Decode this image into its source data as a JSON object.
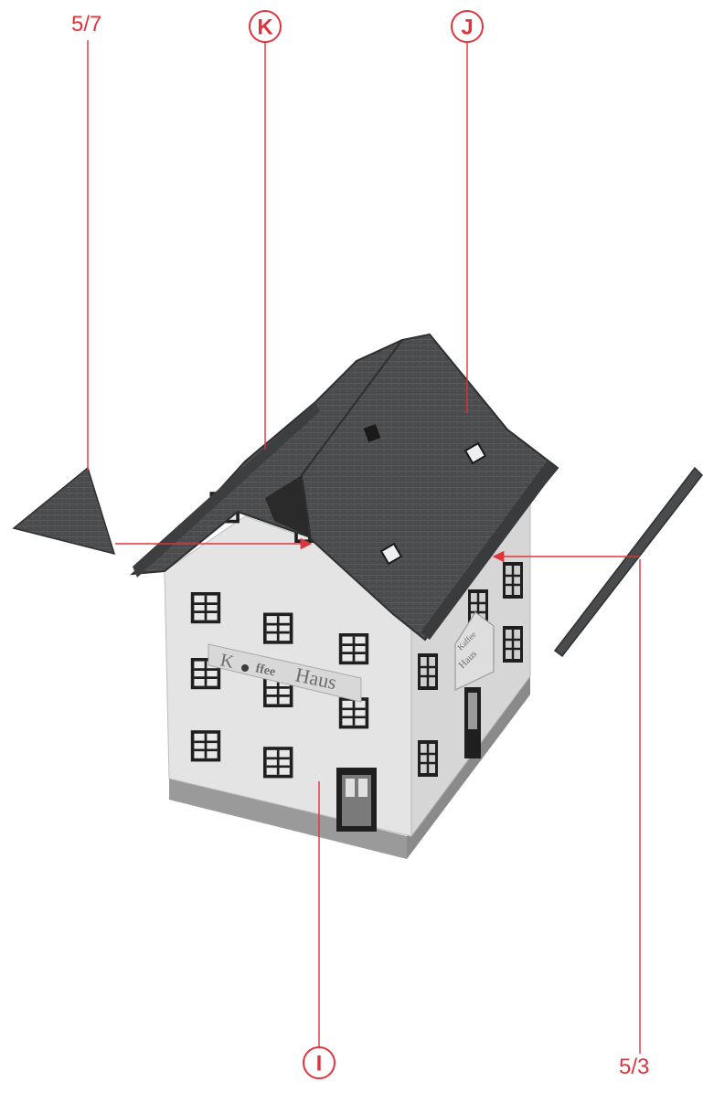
{
  "callouts": {
    "part_5_7": "5/7",
    "part_k": "K",
    "part_j": "J",
    "part_i": "I",
    "part_5_3": "5/3"
  },
  "sign": {
    "front_k": "K",
    "front_ffee": "ffee",
    "front_haus": "Haus",
    "side_top": "Kaffee",
    "side_bottom": "Haus"
  },
  "colors": {
    "callout_red": "#e0343c",
    "roof": "#4a4b4d",
    "wall": "#e6e6e6",
    "window": "#2a2a2a"
  }
}
